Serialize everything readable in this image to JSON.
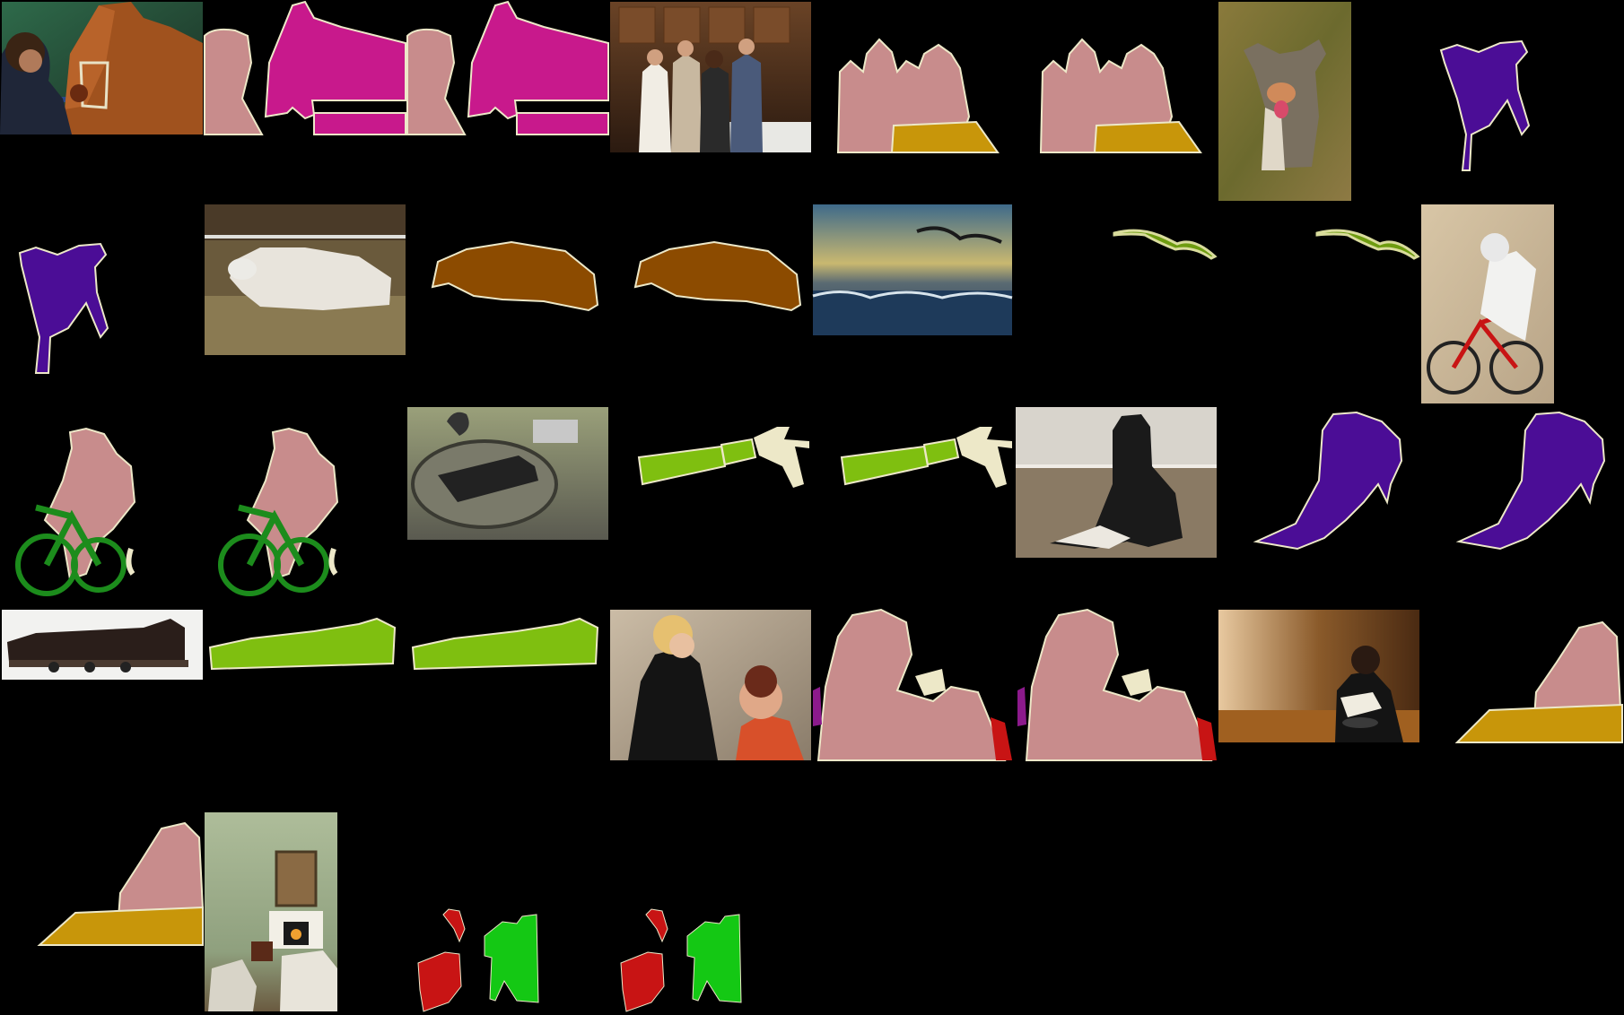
{
  "grid": {
    "columns": 8,
    "rows": 5,
    "background": "#000000"
  },
  "palette": {
    "person": "#C88C8C",
    "horse": "#C8198C",
    "dog": "#4B0D96",
    "sheep": "#8C4B00",
    "bird": "#D9DC9C",
    "bicycle": "#1C8C1C",
    "train": "#7FBF10",
    "table": "#C8960A",
    "bottle": "#8C1A8C",
    "chair": "#C81414",
    "plant": "#14C814",
    "outline": "#EDE8C8"
  },
  "rows": [
    {
      "cells": [
        {
          "kind": "photo",
          "subject": "woman-with-horse-in-stable"
        },
        {
          "kind": "mask",
          "subject": "person-horse-segmentation-gt"
        },
        {
          "kind": "mask",
          "subject": "person-horse-segmentation-pred"
        },
        {
          "kind": "photo",
          "subject": "four-people-in-kitchen"
        },
        {
          "kind": "mask",
          "subject": "people-table-segmentation-gt"
        },
        {
          "kind": "mask",
          "subject": "people-table-segmentation-pred"
        },
        {
          "kind": "photo",
          "subject": "dog-sitting-on-grass"
        },
        {
          "kind": "mask",
          "subject": "dog-segmentation-gt"
        }
      ]
    },
    {
      "cells": [
        {
          "kind": "mask",
          "subject": "dog-segmentation-pred"
        },
        {
          "kind": "photo",
          "subject": "sheep-lying-on-straw"
        },
        {
          "kind": "mask",
          "subject": "sheep-segmentation-gt"
        },
        {
          "kind": "mask",
          "subject": "sheep-segmentation-pred"
        },
        {
          "kind": "photo",
          "subject": "bird-over-stormy-sea"
        },
        {
          "kind": "mask",
          "subject": "bird-segmentation-gt"
        },
        {
          "kind": "mask",
          "subject": "bird-segmentation-pred"
        },
        {
          "kind": "photo",
          "subject": "cyclist-on-track"
        }
      ]
    },
    {
      "cells": [
        {
          "kind": "mask",
          "subject": "cyclist-bicycle-segmentation-gt"
        },
        {
          "kind": "mask",
          "subject": "cyclist-bicycle-segmentation-pred"
        },
        {
          "kind": "photo",
          "subject": "steam-train-on-turntable"
        },
        {
          "kind": "mask",
          "subject": "train-segmentation-gt"
        },
        {
          "kind": "mask",
          "subject": "train-segmentation-pred"
        },
        {
          "kind": "photo",
          "subject": "dog-lying-on-carpet"
        },
        {
          "kind": "mask",
          "subject": "dog-lying-segmentation-gt"
        },
        {
          "kind": "mask",
          "subject": "dog-lying-segmentation-pred"
        }
      ]
    },
    {
      "cells": [
        {
          "kind": "photo",
          "subject": "black-steam-locomotive"
        },
        {
          "kind": "mask",
          "subject": "locomotive-segmentation-gt"
        },
        {
          "kind": "mask",
          "subject": "locomotive-segmentation-pred"
        },
        {
          "kind": "photo",
          "subject": "makeup-being-applied"
        },
        {
          "kind": "mask",
          "subject": "makeup-people-segmentation-gt"
        },
        {
          "kind": "mask",
          "subject": "makeup-people-segmentation-pred"
        },
        {
          "kind": "photo",
          "subject": "woman-reading-book"
        },
        {
          "kind": "mask",
          "subject": "reader-table-segmentation-gt"
        }
      ]
    },
    {
      "cells": [
        {
          "kind": "mask",
          "subject": "reader-table-segmentation-pred"
        },
        {
          "kind": "photo",
          "subject": "living-room-with-fireplace"
        },
        {
          "kind": "mask",
          "subject": "chair-plant-segmentation-gt"
        },
        {
          "kind": "mask",
          "subject": "chair-plant-segmentation-pred"
        }
      ]
    }
  ]
}
